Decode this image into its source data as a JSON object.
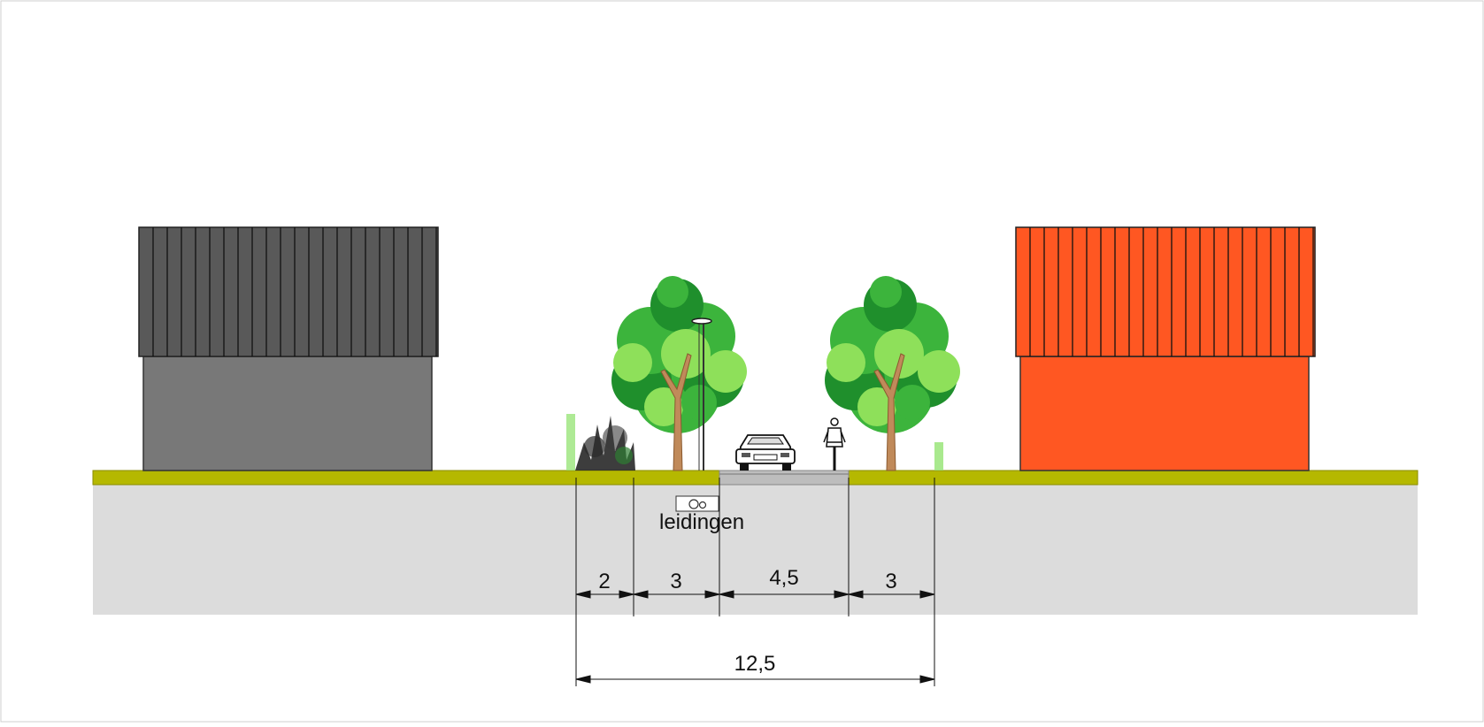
{
  "labels": {
    "cables": "leidingen"
  },
  "dimensions": {
    "segments": [
      "2",
      "3",
      "4,5",
      "3"
    ],
    "total": "12,5"
  },
  "colors": {
    "house_left_roof": "#595959",
    "house_left_wall": "#787878",
    "house_right_roof": "#ff5722",
    "house_right_wall": "#ff5722",
    "grass": "#b5b800",
    "ground": "#dcdcdc",
    "road": "#bdbdbd",
    "tree_dark": "#1f8f2c",
    "tree_mid": "#3cb43c",
    "tree_light": "#8ee05a",
    "trunk": "#c08a5a"
  },
  "icons": [
    "tree-icon",
    "street-lamp-icon",
    "car-icon",
    "cyclist-icon",
    "shrub-icon",
    "cable-duct-icon"
  ]
}
